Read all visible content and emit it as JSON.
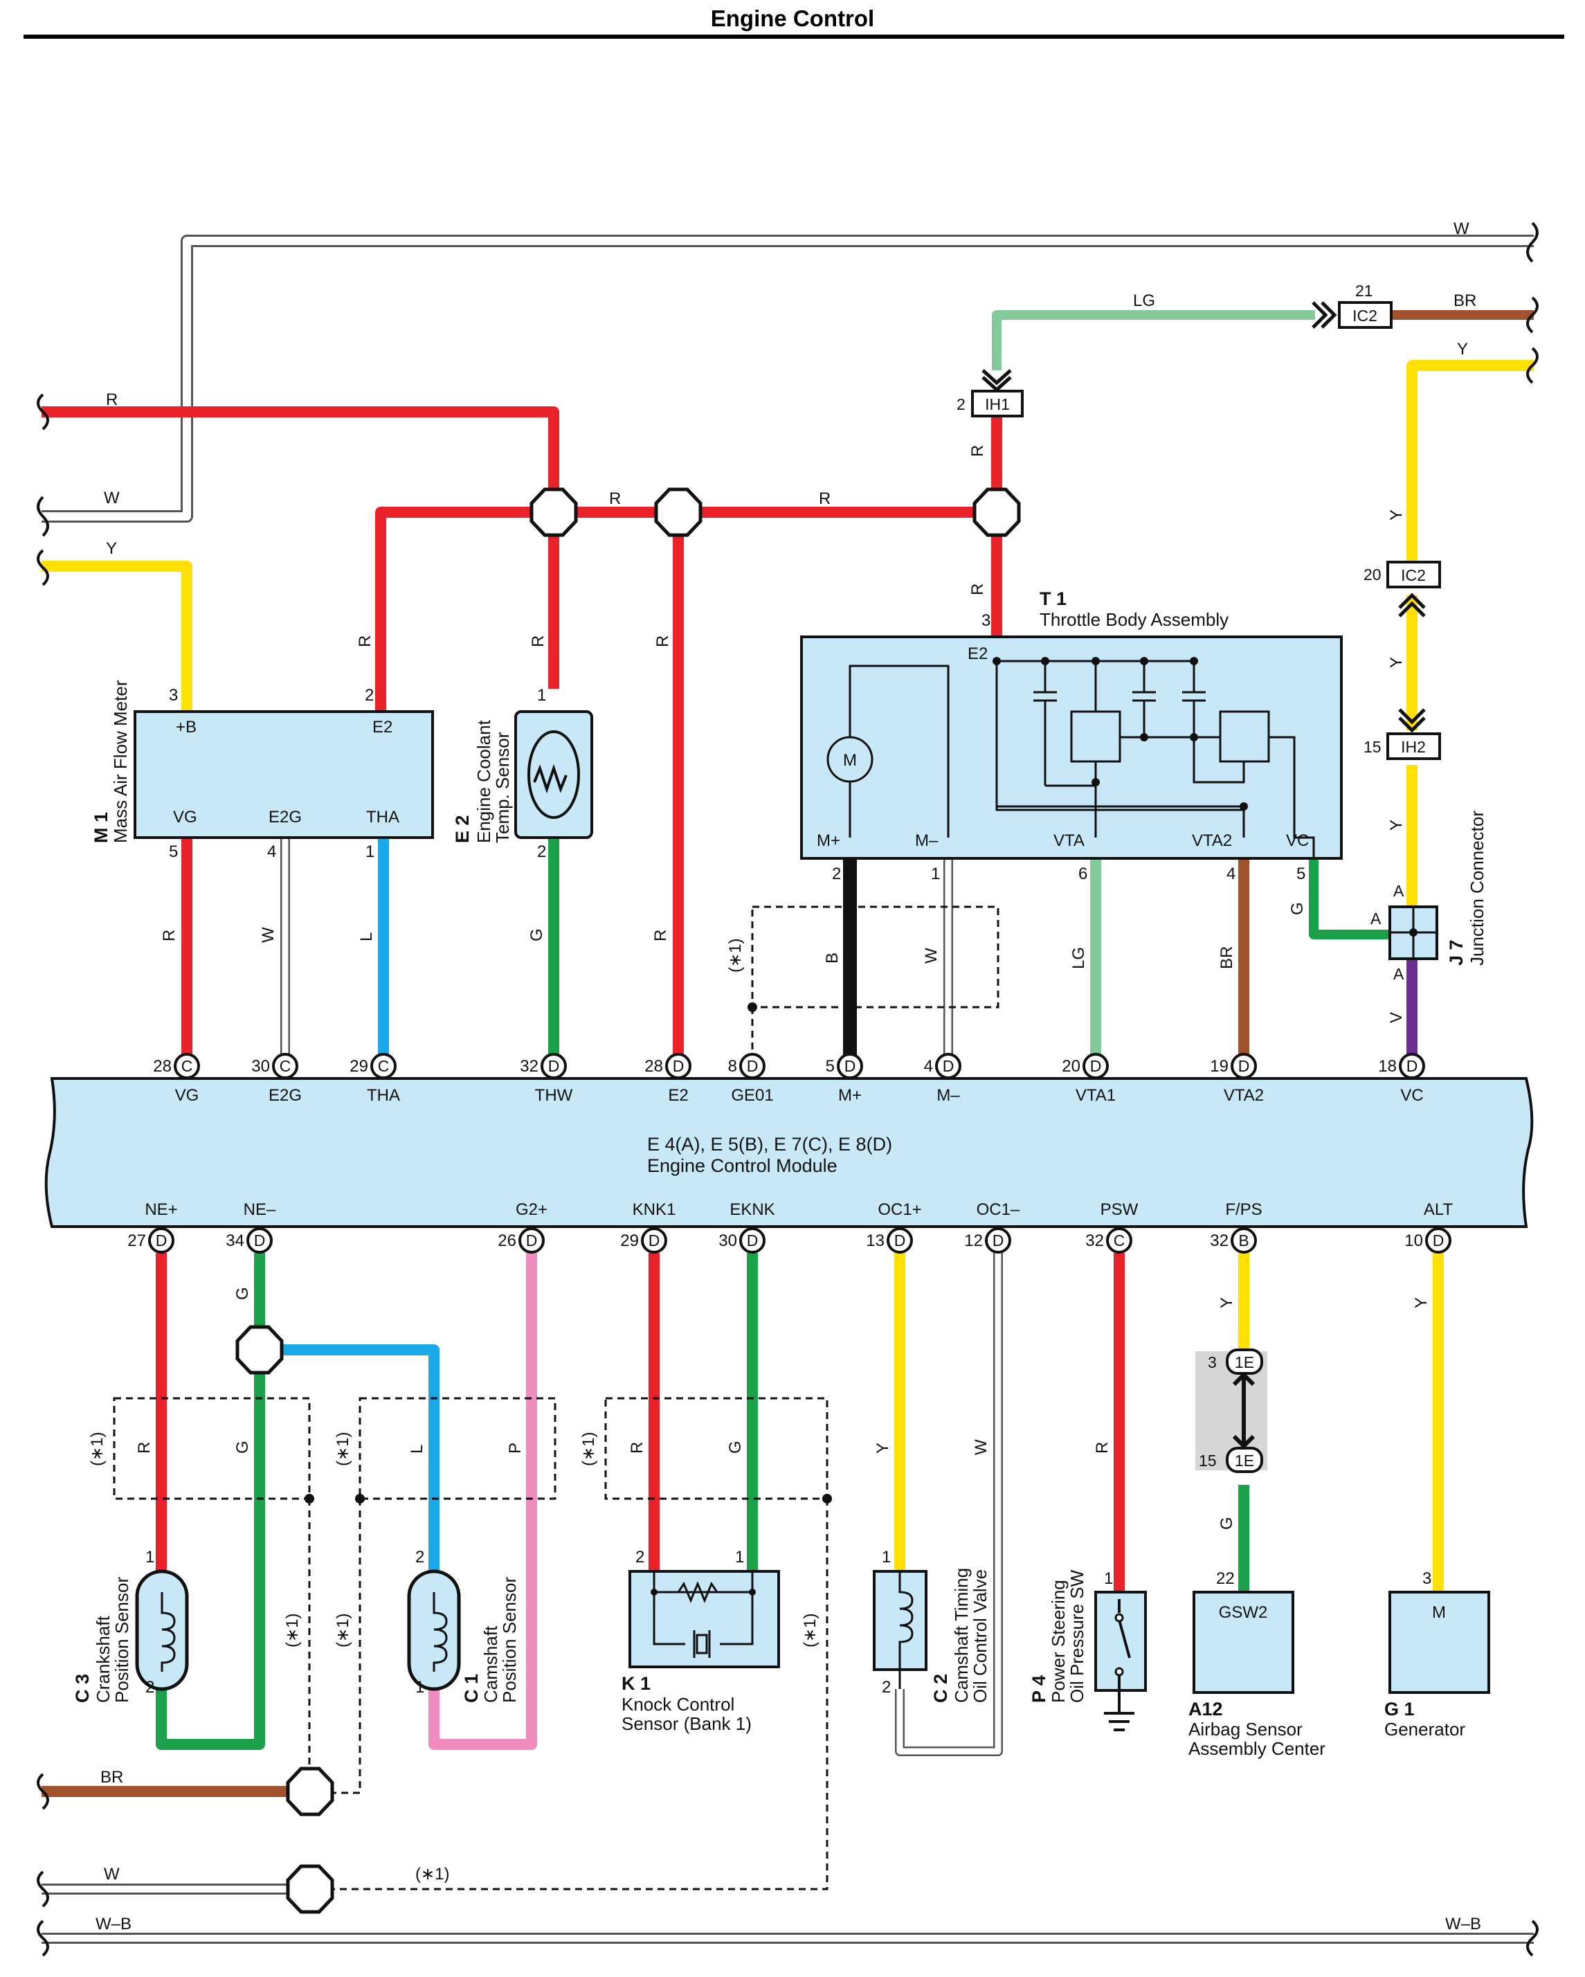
{
  "title": "Engine Control",
  "wire_colors": {
    "R": "#e8212a",
    "W": "#ffffff",
    "Y": "#ffe000",
    "G": "#1aa14a",
    "L": "#1aaaea",
    "LG": "#83c99a",
    "BR": "#a0522d",
    "B": "#111111",
    "V": "#6b2d91",
    "P": "#f08cbf",
    "W-B": "#ffffff"
  },
  "component_fill": "#c9e8f7",
  "wire_labels": {
    "r": "R",
    "w": "W",
    "y": "Y",
    "g": "G",
    "l": "L",
    "lg": "LG",
    "br": "BR",
    "b": "B",
    "v": "V",
    "p": "P",
    "wb": "W–B",
    "star1": "(∗1)"
  },
  "connectors": {
    "ih1": "IH1",
    "ic2": "IC2",
    "ih2": "IH2",
    "j7_a": "A",
    "e1": "1E"
  },
  "pins": {
    "ih1": "2",
    "ic2_top": "21",
    "ic2_mid": "20",
    "ih2": "15",
    "e1_top": "3",
    "e1_bot": "15"
  },
  "components": {
    "m1": {
      "id": "M 1",
      "name": "Mass Air Flow Meter",
      "terms": [
        "+B",
        "E2",
        "VG",
        "E2G",
        "THA"
      ],
      "pins": [
        "3",
        "2",
        "5",
        "4",
        "1"
      ]
    },
    "e2": {
      "id": "E 2",
      "name1": "Engine Coolant",
      "name2": "Temp.  Sensor",
      "pins": [
        "1",
        "2"
      ]
    },
    "t1": {
      "id": "T 1",
      "name": "Throttle Body Assembly",
      "terms": [
        "E2",
        "M+",
        "M–",
        "VTA",
        "VTA2",
        "VC"
      ],
      "pins": [
        "3",
        "2",
        "1",
        "6",
        "4",
        "5"
      ],
      "motor": "M"
    },
    "j7": {
      "id": "J 7",
      "name": "Junction Connector"
    },
    "c3": {
      "id": "C 3",
      "name1": "Crankshaft",
      "name2": "Position Sensor",
      "pins": [
        "1",
        "2"
      ]
    },
    "c1": {
      "id": "C 1",
      "name1": "Camshaft",
      "name2": "Position Sensor",
      "pins": [
        "2",
        "1"
      ]
    },
    "k1": {
      "id": "K 1",
      "name1": "Knock Control",
      "name2": "Sensor (Bank 1)",
      "pins": [
        "2",
        "1"
      ]
    },
    "c2": {
      "id": "C 2",
      "name1": "Camshaft Timing",
      "name2": "Oil Control Valve",
      "pins": [
        "1",
        "2"
      ]
    },
    "p4": {
      "id": "P 4",
      "name1": "Power Steering",
      "name2": "Oil Pressure SW",
      "pins": [
        "1"
      ]
    },
    "a12": {
      "id": "A12",
      "name1": "Airbag Sensor",
      "name2": "Assembly Center",
      "term": "GSW2",
      "pins": [
        "22"
      ]
    },
    "g1": {
      "id": "G 1",
      "name": "Generator",
      "term": "M",
      "pins": [
        "3"
      ]
    }
  },
  "ecm": {
    "line1": "E 4(A), E 5(B), E 7(C), E 8(D)",
    "line2": "Engine Control Module",
    "top_terms": [
      {
        "pin": "28",
        "c": "C",
        "t": "VG"
      },
      {
        "pin": "30",
        "c": "C",
        "t": "E2G"
      },
      {
        "pin": "29",
        "c": "C",
        "t": "THA"
      },
      {
        "pin": "32",
        "c": "D",
        "t": "THW"
      },
      {
        "pin": "28",
        "c": "D",
        "t": "E2"
      },
      {
        "pin": "8",
        "c": "D",
        "t": "GE01"
      },
      {
        "pin": "5",
        "c": "D",
        "t": "M+"
      },
      {
        "pin": "4",
        "c": "D",
        "t": "M–"
      },
      {
        "pin": "20",
        "c": "D",
        "t": "VTA1"
      },
      {
        "pin": "19",
        "c": "D",
        "t": "VTA2"
      },
      {
        "pin": "18",
        "c": "D",
        "t": "VC"
      }
    ],
    "bottom_terms": [
      {
        "pin": "27",
        "c": "D",
        "t": "NE+"
      },
      {
        "pin": "34",
        "c": "D",
        "t": "NE–"
      },
      {
        "pin": "26",
        "c": "D",
        "t": "G2+"
      },
      {
        "pin": "29",
        "c": "D",
        "t": "KNK1"
      },
      {
        "pin": "30",
        "c": "D",
        "t": "EKNK"
      },
      {
        "pin": "13",
        "c": "D",
        "t": "OC1+"
      },
      {
        "pin": "12",
        "c": "D",
        "t": "OC1–"
      },
      {
        "pin": "32",
        "c": "C",
        "t": "PSW"
      },
      {
        "pin": "32",
        "c": "B",
        "t": "F/PS"
      },
      {
        "pin": "10",
        "c": "D",
        "t": "ALT"
      }
    ]
  }
}
